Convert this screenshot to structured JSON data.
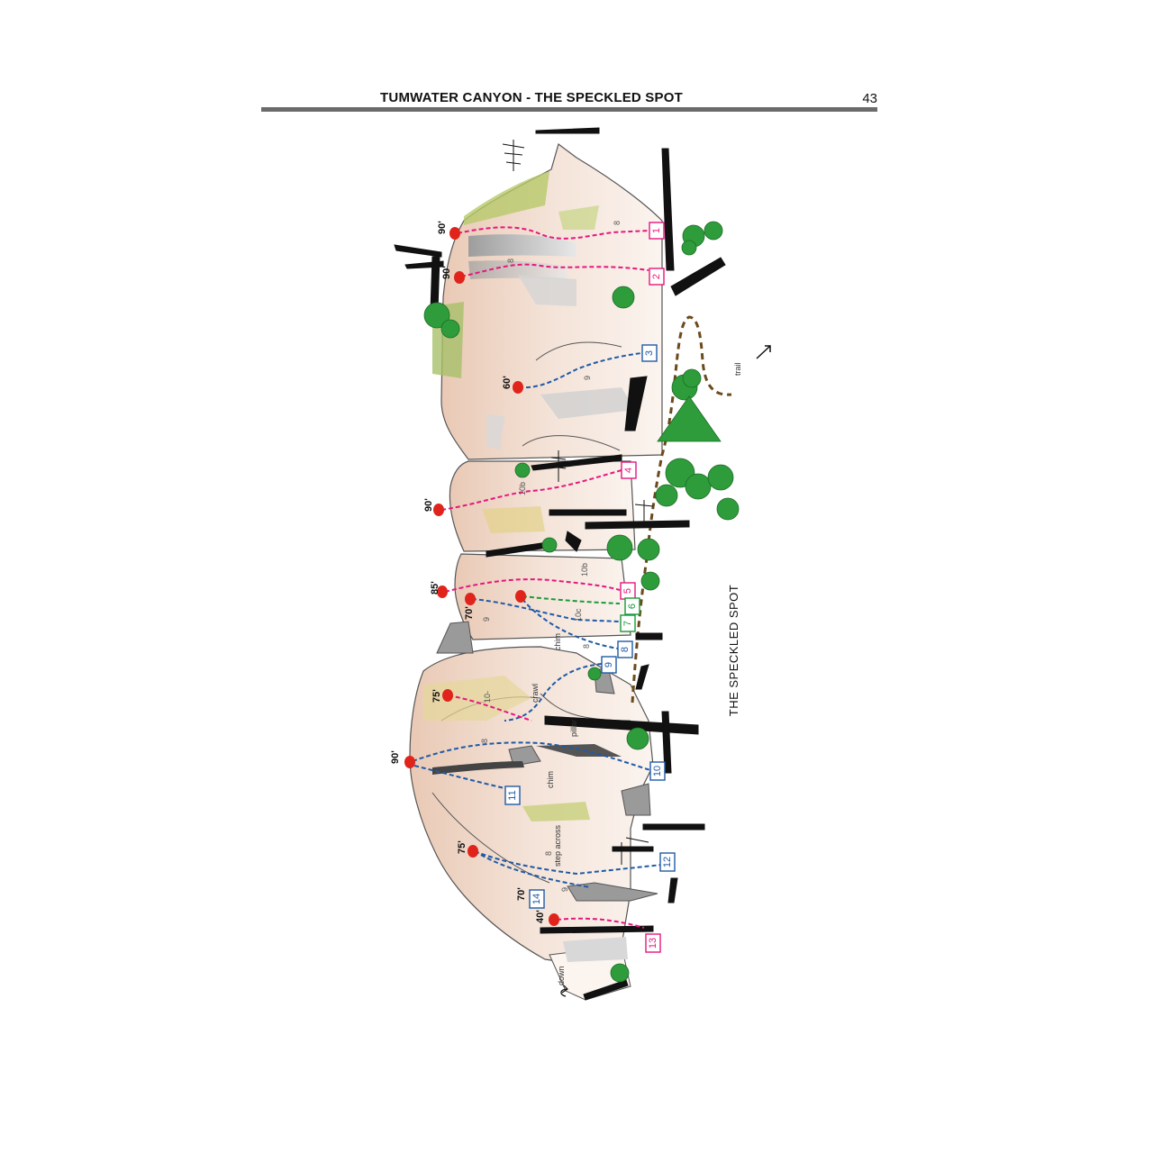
{
  "header": {
    "title": "TUMWATER CANYON  -  THE SPECKLED SPOT",
    "page_number": "43"
  },
  "area_label": "THE SPECKLED SPOT",
  "trail_label": "trail",
  "notes": {
    "chim_a": "chim",
    "chim_b": "chim",
    "crawl": "crawl",
    "pillar": "pillar",
    "step_across": "step across",
    "down": "down"
  },
  "colors": {
    "sport": "#e5177e",
    "trad": "#1f5aa6",
    "mixed": "#1a9a3a",
    "rock": "#f1ddd2",
    "tree": "#2e9c3a",
    "trail": "#6b4a1c"
  },
  "routes": [
    {
      "number": "1",
      "height": "90'",
      "grade": "8",
      "type": "sport"
    },
    {
      "number": "2",
      "height": "90'",
      "grade": "8",
      "type": "sport"
    },
    {
      "number": "3",
      "height": "60'",
      "grade": "9",
      "type": "trad"
    },
    {
      "number": "4",
      "height": "90'",
      "grade": "10b",
      "type": "sport"
    },
    {
      "number": "5",
      "height": "85'",
      "grade": "10b",
      "type": "sport"
    },
    {
      "number": "6",
      "height": "",
      "grade": "10c",
      "type": "mixed"
    },
    {
      "number": "7",
      "height": "70'",
      "grade": "9",
      "type": "trad"
    },
    {
      "number": "8",
      "height": "",
      "grade": "8",
      "type": "trad"
    },
    {
      "number": "9",
      "height": "",
      "grade": "",
      "type": "trad"
    },
    {
      "number": "10",
      "height": "",
      "grade": "8",
      "type": "trad"
    },
    {
      "number": "11",
      "height": "90'",
      "grade": "8",
      "type": "trad"
    },
    {
      "number": "12",
      "height": "75'",
      "grade": "8",
      "type": "trad"
    },
    {
      "number": "13",
      "height": "40'",
      "grade": "",
      "type": "sport"
    },
    {
      "number": "14",
      "height": "70'",
      "grade": "9",
      "type": "trad"
    }
  ],
  "extra_heights": {
    "upper_75": "75'",
    "upper_75_grade": "10-"
  }
}
